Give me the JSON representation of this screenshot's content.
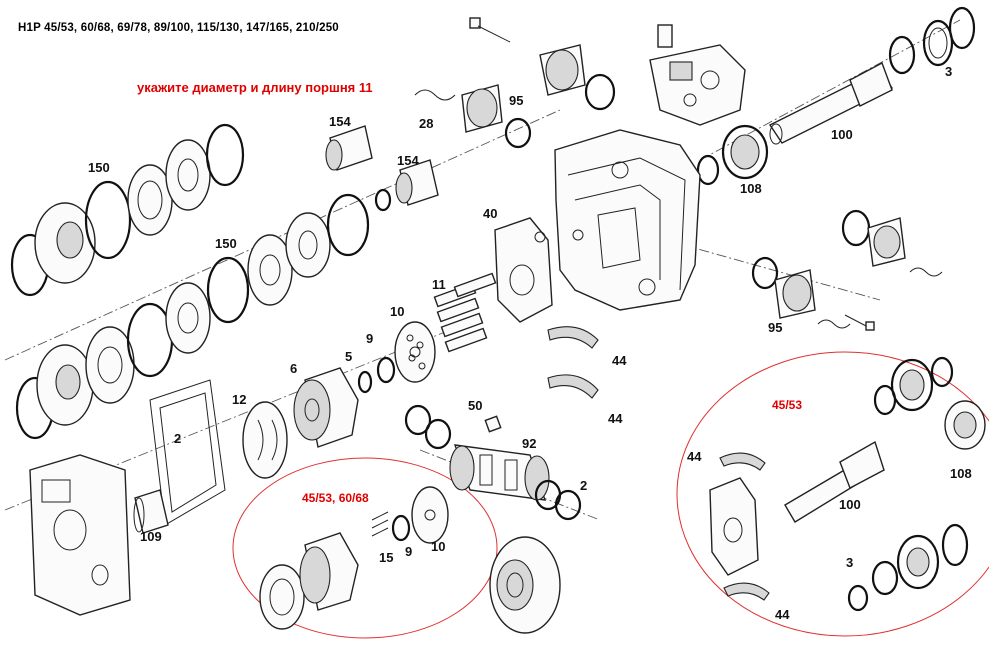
{
  "title": "H1P 45/53, 60/68, 69/78, 89/100, 115/130, 147/165, 210/250",
  "note": "укажите диаметр и длину поршня 11",
  "callouts": {
    "c3": "3",
    "c95a": "95",
    "c28": "28",
    "c154a": "154",
    "c154b": "154",
    "c100": "100",
    "c108": "108",
    "c150a": "150",
    "c150b": "150",
    "c40": "40",
    "c11": "11",
    "c10": "10",
    "c9": "9",
    "c5": "5",
    "c6": "6",
    "c95b": "95",
    "c44a": "44",
    "c44b": "44",
    "c12": "12",
    "c2a": "2",
    "c50": "50",
    "c92": "92",
    "c2b": "2",
    "c109": "109",
    "c15": "15",
    "c9b": "9",
    "c10b": "10",
    "d44a": "44",
    "d100": "100",
    "d108": "108",
    "d3": "3",
    "d44b": "44"
  },
  "detail_labels": {
    "left": "45/53, 60/68",
    "right": "45/53"
  },
  "colors": {
    "accent": "#e00000",
    "ink": "#222222"
  }
}
